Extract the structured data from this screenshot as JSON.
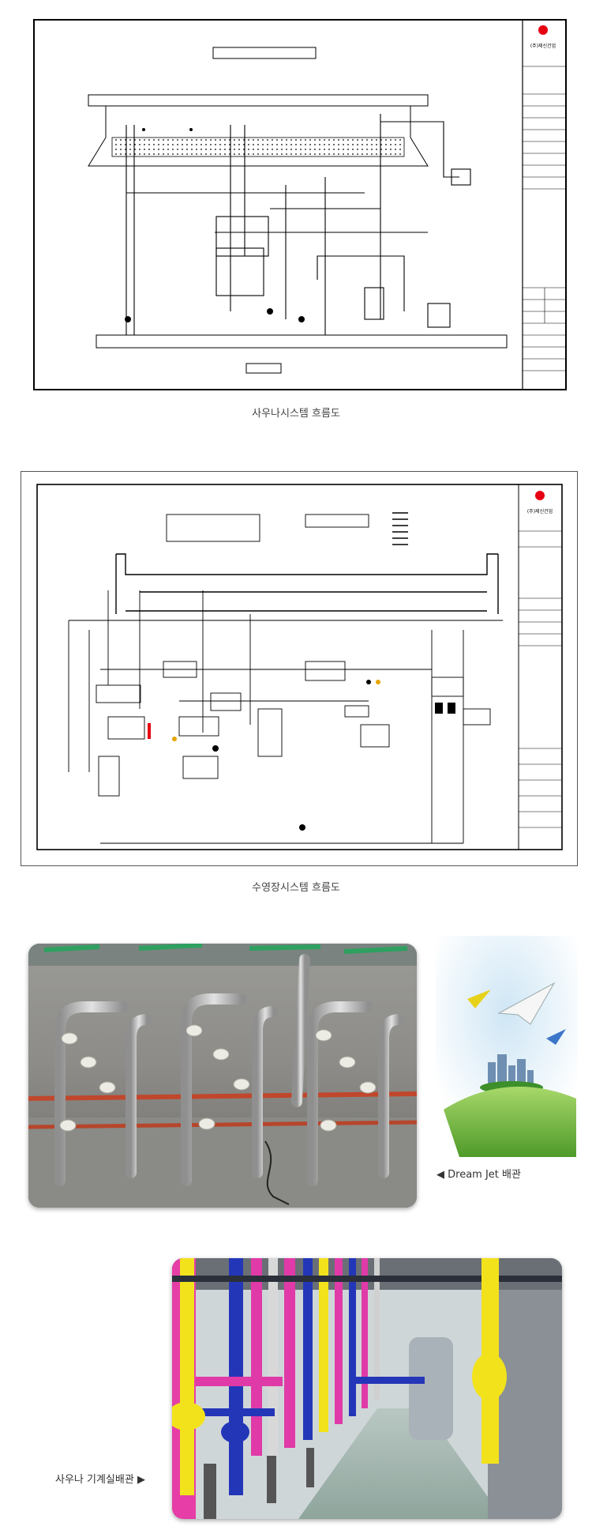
{
  "drawing1": {
    "company": "(주)제신건업",
    "caption": "사우나시스템 흐름도"
  },
  "drawing2": {
    "company": "(주)제신건업",
    "caption": "수영장시스템 흐름도"
  },
  "photo1": {
    "label": "Dream Jet 배관",
    "arrow": "◀"
  },
  "photo2": {
    "label": "사우나 기계실배관",
    "arrow": "▶"
  },
  "colors": {
    "logo_red": "#e60012",
    "pipe_yellow": "#f2e21c",
    "pipe_pink": "#e03aa8",
    "pipe_blue": "#2436b8",
    "sky_blue": "#cfe6f5",
    "grass_green": "#7cc242"
  }
}
